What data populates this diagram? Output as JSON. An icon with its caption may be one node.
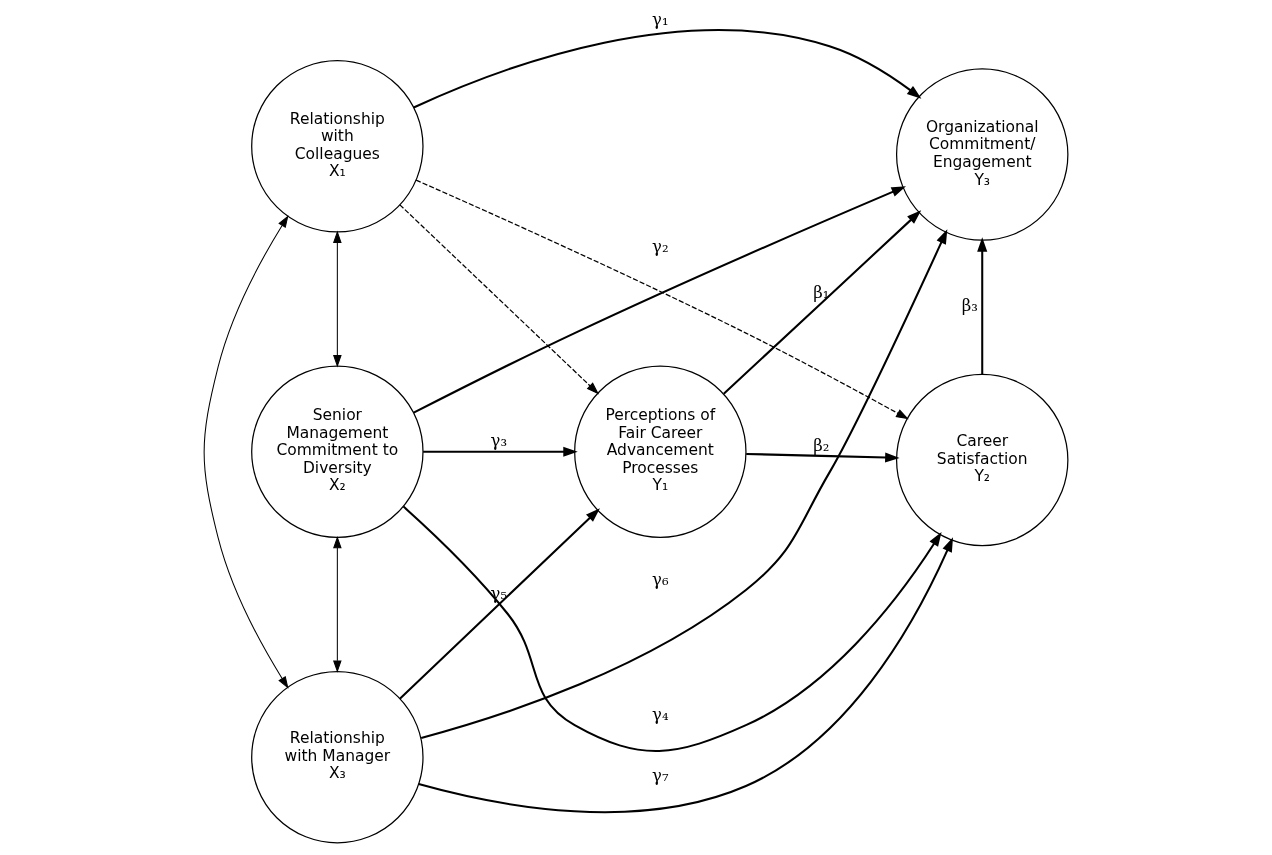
{
  "diagram": {
    "nodes": [
      {
        "text": [
          "Relationship with Colleagues",
          "X₁"
        ]
      },
      {
        "text": [
          "Senior Management Commitment to Diversity",
          "X₂"
        ]
      },
      {
        "text": [
          "Relationship with Manager",
          "X₃"
        ]
      },
      {
        "text": [
          "Perceptions of Fair Career Advancement Processes",
          "Y₁"
        ]
      },
      {
        "text": [
          "Organizational Commitment/ Engagement",
          "Y₃"
        ]
      },
      {
        "text": [
          "Career Satisfaction",
          "Y₂"
        ]
      }
    ],
    "edges": [
      {
        "from": 0,
        "to": 4,
        "arrow": "to",
        "label": "γ₁"
      },
      {
        "from": 1,
        "to": 4,
        "arrow": "to",
        "label": "γ₂"
      },
      {
        "from": 1,
        "to": 3,
        "arrow": "to",
        "label": "γ₃"
      },
      {
        "from": 1,
        "to": 5,
        "arrow": "to",
        "label": "γ₄"
      },
      {
        "from": 2,
        "to": 3,
        "arrow": "to",
        "label": "γ₅"
      },
      {
        "from": 2,
        "to": 4,
        "arrow": "to",
        "label": "γ₆"
      },
      {
        "from": 2,
        "to": 5,
        "arrow": "to",
        "label": "γ₇"
      },
      {
        "from": 3,
        "to": 4,
        "arrow": "to",
        "label": "β₁"
      },
      {
        "from": 3,
        "to": 5,
        "arrow": "to",
        "label": "β₂"
      },
      {
        "from": 5,
        "to": 4,
        "arrow": "to",
        "label": "β₃"
      },
      {
        "from": 0,
        "to": 3,
        "arrow": "to",
        "style": "dashed"
      },
      {
        "from": 0,
        "to": 5,
        "arrow": "to",
        "style": "dashed"
      },
      {
        "from": 0,
        "to": 1,
        "arrow": "both"
      },
      {
        "from": 1,
        "to": 2,
        "arrow": "both"
      },
      {
        "from": 0,
        "to": 2,
        "arrow": "both"
      }
    ]
  }
}
